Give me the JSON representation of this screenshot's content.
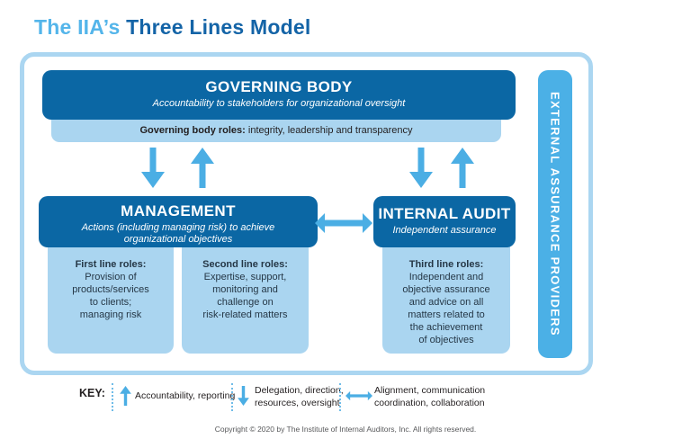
{
  "title": {
    "light": "The IIA’s",
    "dark": "Three Lines Model"
  },
  "diagram": {
    "governing_body": {
      "title": "GOVERNING BODY",
      "subtitle": "Accountability to stakeholders for organizational oversight"
    },
    "governing_roles": {
      "label_bold": "Governing body roles:",
      "label_rest": "integrity, leadership and transparency"
    },
    "management": {
      "title": "MANAGEMENT",
      "subtitle": "Actions (including managing risk) to achieve\norganizational objectives"
    },
    "internal_audit": {
      "title": "INTERNAL AUDIT",
      "subtitle": "Independent assurance"
    },
    "first_line": {
      "heading": "First line roles:",
      "body": "Provision of\nproducts/services\nto clients;\nmanaging risk"
    },
    "second_line": {
      "heading": "Second line roles:",
      "body": "Expertise, support,\nmonitoring and\nchallenge on\nrisk-related matters"
    },
    "third_line": {
      "heading": "Third line roles:",
      "body": "Independent and\nobjective assurance\nand advice on all\nmatters related to\nthe achievement\nof objectives"
    },
    "external_assurance": {
      "label": "EXTERNAL ASSURANCE PROVIDERS"
    },
    "arrows": {
      "governing_management": [
        "down-arrow",
        "up-arrow"
      ],
      "governing_internal_audit": [
        "down-arrow",
        "up-arrow"
      ],
      "management_internal_audit": "double-arrow"
    }
  },
  "key": {
    "label": "KEY:",
    "items": [
      {
        "icon": "up-arrow",
        "text": "Accountability, reporting"
      },
      {
        "icon": "down-arrow",
        "text": "Delegation, direction,\nresources, oversight"
      },
      {
        "icon": "double-arrow",
        "text": "Alignment, communication\ncoordination, collaboration"
      }
    ]
  },
  "copyright": "Copyright © 2020 by The Institute of Internal Auditors, Inc. All rights reserved.",
  "colors": {
    "dark_blue": "#0B67A4",
    "light_blue": "#AAD5F0",
    "arrow_blue": "#4BAEE4",
    "external_bar_blue": "#4BB0E6",
    "frame_border": "#ABD6F1",
    "title_light": "#54B5EA",
    "title_dark": "#1464A7",
    "text_dark": "#253746",
    "text_black": "#231F20"
  }
}
